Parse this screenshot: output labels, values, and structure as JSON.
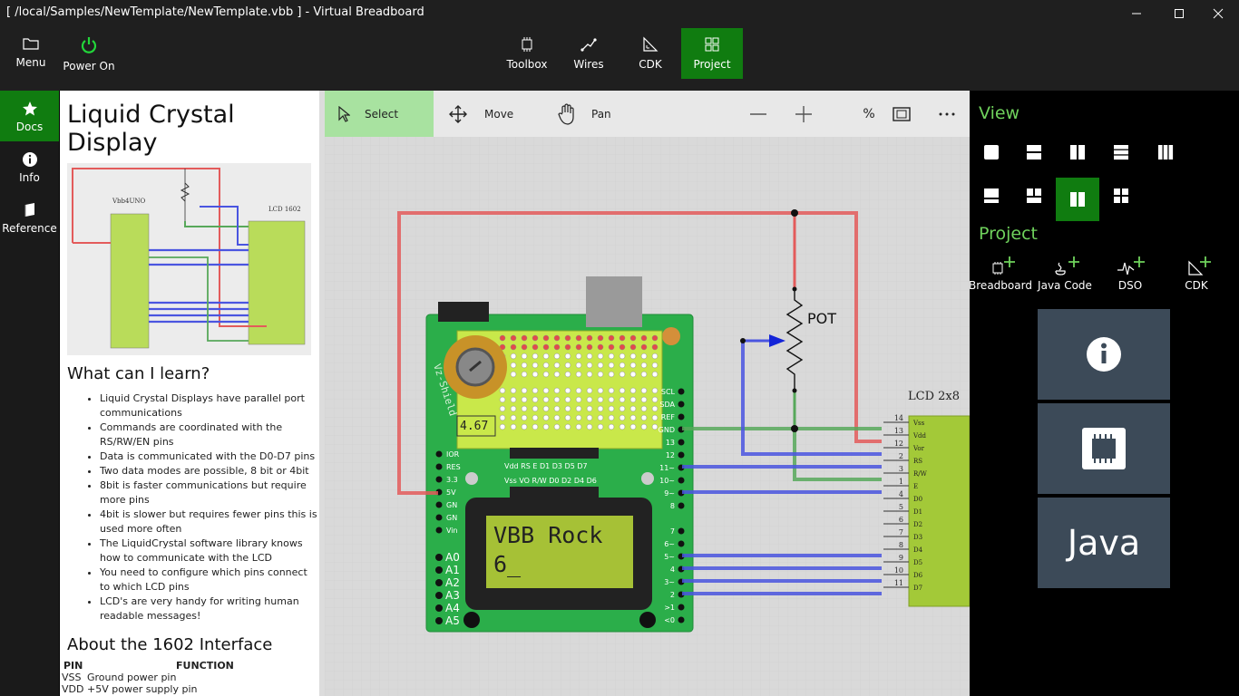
{
  "window": {
    "title": "[ /local/Samples/NewTemplate/NewTemplate.vbb ] - Virtual Breadboard"
  },
  "topbar": {
    "menu_label": "Menu",
    "power_label": "Power On",
    "toolbox_label": "Toolbox",
    "wires_label": "Wires",
    "cdk_label": "CDK",
    "project_label": "Project"
  },
  "leftnav": {
    "docs_label": "Docs",
    "info_label": "Info",
    "reference_label": "Reference"
  },
  "docs": {
    "title": "Liquid Crystal Display",
    "learn_heading": "What can I learn?",
    "bullets": [
      "Liquid Crystal Displays have parallel port communications",
      "Commands are coordinated with the RS/RW/EN pins",
      "Data is communicated with the D0-D7 pins",
      "Two data modes are possible, 8 bit or 4bit",
      "8bit is faster communications but require more pins",
      "4bit is slower but requires fewer pins this is used more often",
      "The LiquidCrystal software library knows how to communicate with the LCD",
      "You need to configure which pins connect to which LCD pins",
      "LCD's are very handy for writing human readable messages!"
    ],
    "about_heading": "About the 1602 Interface",
    "pin_header": "PIN",
    "function_header": "FUNCTION",
    "pins": [
      {
        "pin": "VSS",
        "function": "Ground power pin"
      },
      {
        "pin": "VDD",
        "function": "+5V power supply pin"
      }
    ],
    "schematic": {
      "left_label": "Vbb4UNO",
      "right_label": "LCD 1602"
    }
  },
  "canvas_toolbar": {
    "select_label": "Select",
    "move_label": "Move",
    "pan_label": "Pan",
    "zoom_label": "%"
  },
  "canvas": {
    "pot_label": "POT",
    "lcd_title": "LCD 2x8",
    "lcd_text_line1": "VBB Rock",
    "lcd_text_line2": "6_",
    "pot_display": "4.67",
    "shield_label": "Vz-Shield",
    "header_top_labels": "Vdd RS  E  D1  D3  D5  D7",
    "header_bottom_labels": "Vss VO R/W D0  D2  D4  D6",
    "left_pins": [
      "IOR",
      "RES",
      "3.3",
      "5V",
      "GN",
      "GN",
      "Vin"
    ],
    "analog_pins": [
      "A0",
      "A1",
      "A2",
      "A3",
      "A4",
      "A5"
    ],
    "right_pins_top": [
      "SCL",
      "SDA",
      "REF",
      "GND",
      "13",
      "12",
      "11~",
      "10~",
      "9~",
      "8"
    ],
    "right_pins_bottom": [
      "7",
      "6~",
      "5~",
      "4",
      "3~",
      "2",
      ">1",
      "<0"
    ],
    "lcd_pins": [
      {
        "num": "14",
        "name": "Vss"
      },
      {
        "num": "13",
        "name": "Vdd"
      },
      {
        "num": "12",
        "name": "Vor"
      },
      {
        "num": "2",
        "name": "RS"
      },
      {
        "num": "3",
        "name": "R/W"
      },
      {
        "num": "1",
        "name": "E"
      },
      {
        "num": "4",
        "name": "D0"
      },
      {
        "num": "5",
        "name": "D1"
      },
      {
        "num": "6",
        "name": "D2"
      },
      {
        "num": "7",
        "name": "D3"
      },
      {
        "num": "8",
        "name": "D4"
      },
      {
        "num": "9",
        "name": "D5"
      },
      {
        "num": "10",
        "name": "D6"
      },
      {
        "num": "11",
        "name": "D7"
      }
    ]
  },
  "rightpanel": {
    "view_heading": "View",
    "project_heading": "Project",
    "breadboard_label": "Breadboard",
    "javacode_label": "Java Code",
    "dso_label": "DSO",
    "cdk_label": "CDK",
    "java_tile_label": "Java"
  },
  "colors": {
    "accent": "#107c10",
    "heading_green": "#6fd25c",
    "wire_red": "#e35b5b",
    "wire_blue": "#4a55e0",
    "wire_green": "#57a85a",
    "tile": "#3c4a58"
  }
}
